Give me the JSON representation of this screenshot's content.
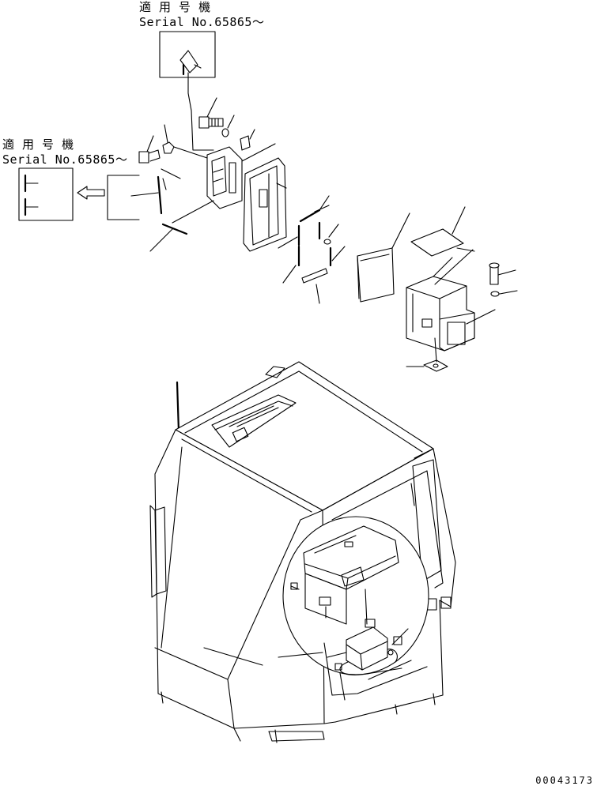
{
  "notes": {
    "top": {
      "line1": "適 用 号 機",
      "line2": "Serial No.65865～"
    },
    "left": {
      "line1": "適 用 号 機",
      "line2": "Serial No.65865～"
    }
  },
  "drawing_number": "00043173"
}
